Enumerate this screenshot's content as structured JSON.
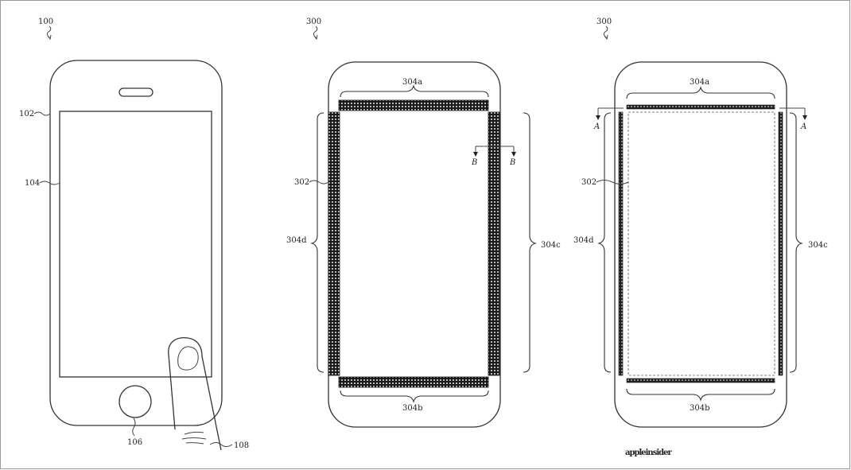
{
  "labels": {
    "device_100": "100",
    "housing_102": "102",
    "display_104": "104",
    "button_106": "106",
    "finger_108": "108",
    "device_300_mid": "300",
    "device_300_right": "300",
    "mid_304a": "304a",
    "mid_304b": "304b",
    "mid_304c": "304c",
    "mid_304d": "304d",
    "mid_302": "302",
    "mid_section_b_left": "B",
    "mid_section_b_right": "B",
    "right_304a": "304a",
    "right_304b": "304b",
    "right_304c": "304c",
    "right_304d": "304d",
    "right_302": "302",
    "right_section_a_left": "A",
    "right_section_a_right": "A"
  },
  "watermark": "appleinsider",
  "colors": {
    "line": "#333333",
    "frame": "#999999",
    "watermark": "#c6c6c6"
  }
}
